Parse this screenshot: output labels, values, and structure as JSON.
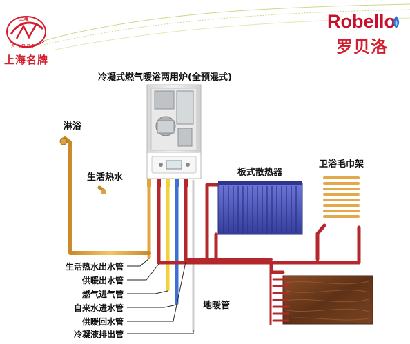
{
  "brand": {
    "logo_badge_text": "上海",
    "logo_arc_text": "SCRPF",
    "shanghai_label": "上海名牌",
    "name_en": "Robello",
    "name_cn": "罗贝洛"
  },
  "diagram": {
    "title": "冷凝式燃气暖浴两用炉(全预混式)",
    "shower": "淋浴",
    "hot_water": "生活热水",
    "radiator": "板式散热器",
    "towel_rack": "卫浴毛巾架",
    "floor_heating": "地暖管"
  },
  "pipes": [
    {
      "label": "生活热水出水管",
      "color": "#e2a43f"
    },
    {
      "label": "供暖出水管",
      "color": "#b4282d"
    },
    {
      "label": "燃气进气管",
      "color": "#f1d23a"
    },
    {
      "label": "自来水进水管",
      "color": "#3f6fd1"
    },
    {
      "label": "供暖回水管",
      "color": "#b4282d"
    },
    {
      "label": "冷凝液排出管",
      "color": "#ffffff"
    }
  ],
  "colors": {
    "brand_red": "#c8102e",
    "heating_pipe": "#b4282d",
    "hot_water_pipe": "#e2a43f",
    "radiator": "#4a52b8",
    "floor_wood": "#6b3a1e"
  }
}
